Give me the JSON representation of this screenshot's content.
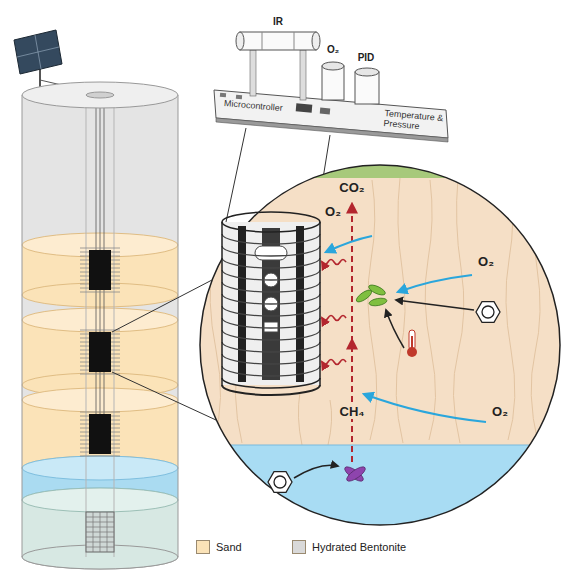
{
  "diagram": {
    "nodes": [
      {
        "text": [
          "IR",
          "O₂",
          "PID",
          "Microcontroller",
          "Temperature & Pressure"
        ]
      }
    ],
    "labels": [
      "CO₂",
      "O₂",
      "O₂",
      "O₂",
      "CH₄"
    ],
    "legend": [
      {
        "text": "Sand",
        "color": "#fbe3b8"
      },
      {
        "text": "Hydrated Bentonite",
        "color": "#d9d9d9"
      }
    ]
  }
}
